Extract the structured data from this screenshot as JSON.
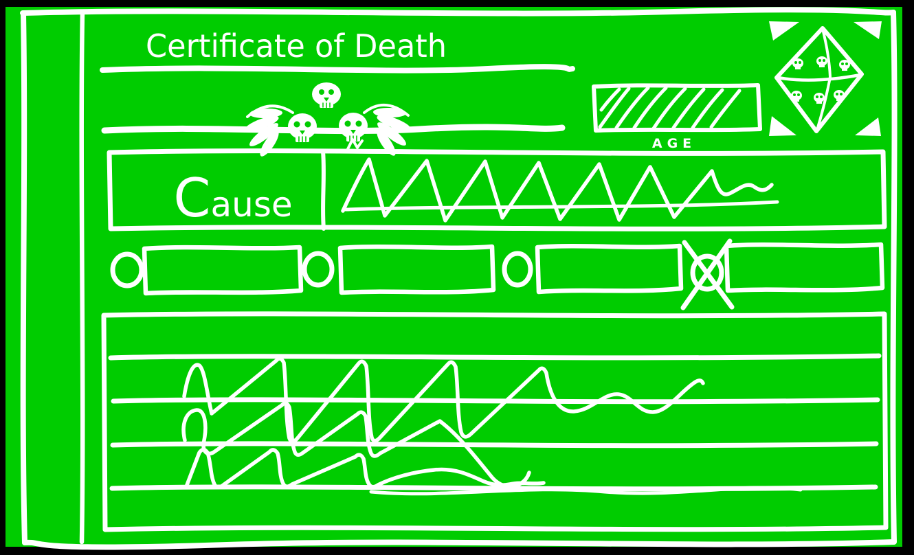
{
  "colors": {
    "background": "#00cc00",
    "ink": "#ffffff",
    "frame": "#000000"
  },
  "certificate": {
    "title": "Certificate of Death",
    "age": {
      "label": "AGE",
      "filled_with": "diagonal-hatch-scribble"
    },
    "cause": {
      "label": "Cause",
      "filled_with": "illegible-handwriting-scribble"
    },
    "options": [
      {
        "index": 1,
        "label": "",
        "selected": false
      },
      {
        "index": 2,
        "label": "",
        "selected": false
      },
      {
        "index": 3,
        "label": "",
        "selected": false
      },
      {
        "index": 4,
        "label": "",
        "selected": true,
        "mark": "X"
      }
    ],
    "notes": {
      "ruled_lines": 4,
      "scribble_rows": 3,
      "filled_with": "illegible-handwriting-scribble"
    },
    "icons": {
      "seal": "octahedron-die-with-skulls-icon",
      "ornaments": [
        "winged-skull-left-icon",
        "small-skull-icon",
        "winged-skull-right-icon"
      ]
    }
  }
}
